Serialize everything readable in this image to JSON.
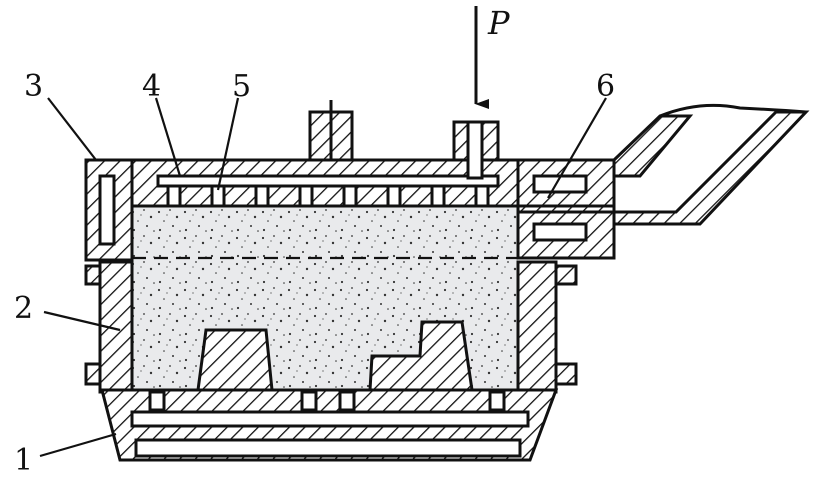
{
  "labels": {
    "l1": "1",
    "l2": "2",
    "l3": "3",
    "l4": "4",
    "l5": "5",
    "l6": "6",
    "force": "P"
  }
}
